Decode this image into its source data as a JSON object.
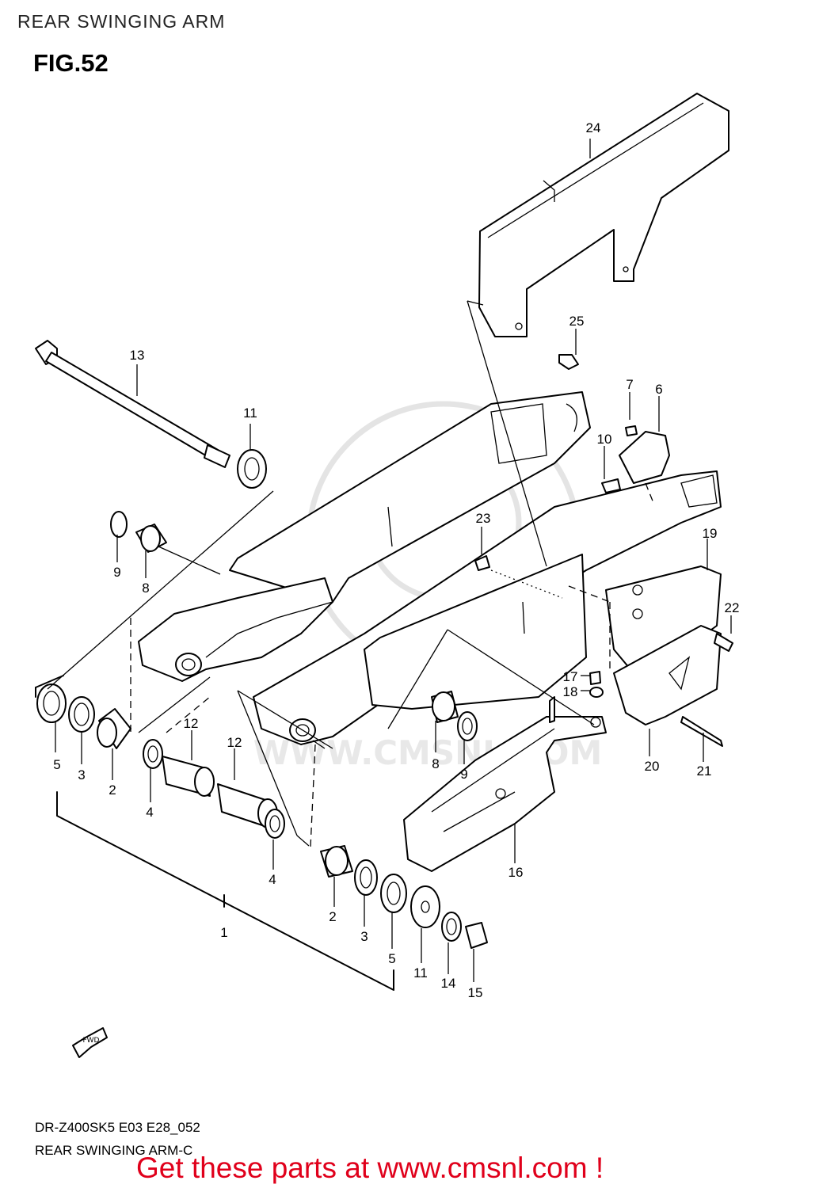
{
  "header": {
    "title": "REAR SWINGING ARM",
    "figure": "FIG.52"
  },
  "parts": [
    {
      "num": "1"
    },
    {
      "num": "2"
    },
    {
      "num": "2"
    },
    {
      "num": "3"
    },
    {
      "num": "3"
    },
    {
      "num": "4"
    },
    {
      "num": "4"
    },
    {
      "num": "5"
    },
    {
      "num": "5"
    },
    {
      "num": "6"
    },
    {
      "num": "7"
    },
    {
      "num": "8"
    },
    {
      "num": "8"
    },
    {
      "num": "9"
    },
    {
      "num": "9"
    },
    {
      "num": "10"
    },
    {
      "num": "11"
    },
    {
      "num": "11"
    },
    {
      "num": "12"
    },
    {
      "num": "12"
    },
    {
      "num": "13"
    },
    {
      "num": "14"
    },
    {
      "num": "15"
    },
    {
      "num": "16"
    },
    {
      "num": "17"
    },
    {
      "num": "18"
    },
    {
      "num": "19"
    },
    {
      "num": "20"
    },
    {
      "num": "21"
    },
    {
      "num": "22"
    },
    {
      "num": "23"
    },
    {
      "num": "24"
    },
    {
      "num": "25"
    }
  ],
  "fwd_icon": "FWD",
  "watermark": "WWW.CMSNL.COM",
  "footer": {
    "model_code": "DR-Z400SK5 E03 E28_052",
    "diagram_name": "REAR SWINGING ARM-C",
    "promo": "Get these parts at www.cmsnl.com !",
    "promo_color": "#e0001b"
  }
}
